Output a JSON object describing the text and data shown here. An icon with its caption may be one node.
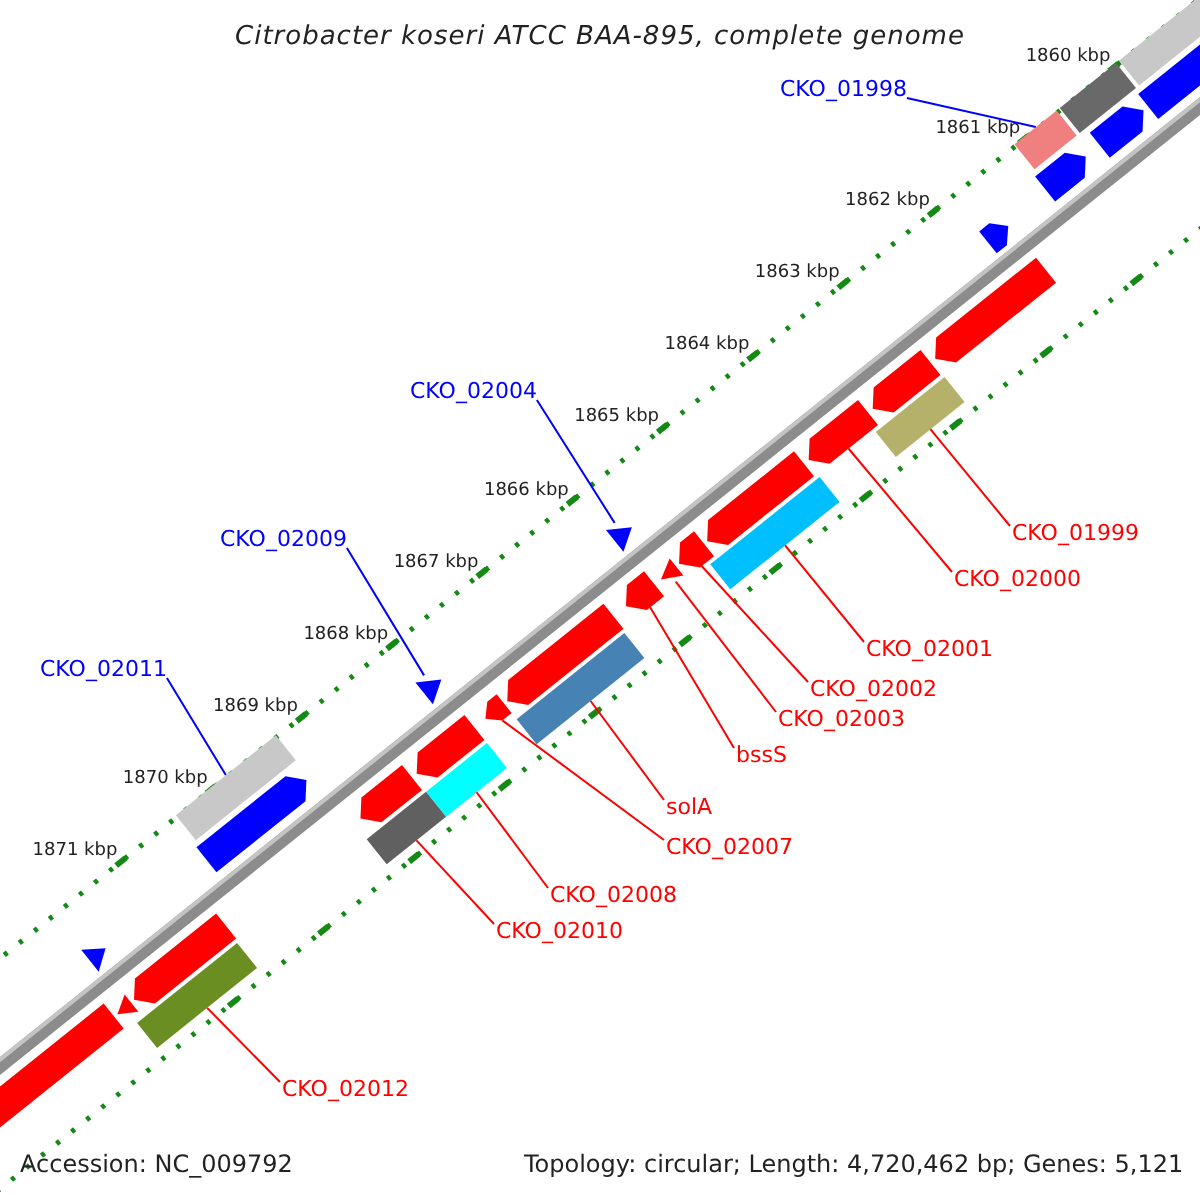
{
  "diagram": {
    "title": "Citrobacter koseri ATCC BAA-895, complete genome",
    "nodes": [
      {
        "text": [
          "CKO_01998"
        ]
      },
      {
        "text": [],
        "shape": "bar"
      },
      {
        "text": [
          "CKO_02004"
        ]
      },
      {
        "text": [],
        "shape": "triangle"
      },
      {
        "text": [
          "CKO_02009"
        ]
      },
      {
        "text": [],
        "shape": "triangle"
      },
      {
        "text": [
          "CKO_02011"
        ]
      },
      {
        "text": [],
        "shape": "bar"
      },
      {
        "text": [
          "CKO_01999"
        ]
      },
      {
        "text": [],
        "shape": "bar"
      },
      {
        "text": [
          "CKO_02000"
        ]
      },
      {
        "text": [],
        "shape": "arrow"
      },
      {
        "text": [
          "CKO_02001"
        ]
      },
      {
        "text": [],
        "shape": "bar"
      },
      {
        "text": [
          "CKO_02002"
        ]
      },
      {
        "text": [],
        "shape": "arrow"
      },
      {
        "text": [
          "CKO_02003"
        ]
      },
      {
        "text": [],
        "shape": "triangle"
      },
      {
        "text": [
          "bssS"
        ]
      },
      {
        "text": [],
        "shape": "arrow"
      },
      {
        "text": [
          "solA"
        ]
      },
      {
        "text": [],
        "shape": "bar"
      },
      {
        "text": [
          "CKO_02007"
        ]
      },
      {
        "text": [],
        "shape": "arrow"
      },
      {
        "text": [
          "CKO_02008"
        ]
      },
      {
        "text": [],
        "shape": "bar"
      },
      {
        "text": [
          "CKO_02010"
        ]
      },
      {
        "text": [],
        "shape": "bar"
      },
      {
        "text": [
          "CKO_02012"
        ]
      },
      {
        "text": [],
        "shape": "bar"
      },
      {
        "text": [],
        "shape": "arrow"
      },
      {
        "text": [],
        "shape": "triangle"
      },
      {
        "text": [],
        "shape": "triangle"
      },
      {
        "text": [],
        "shape": "arrow"
      },
      {
        "text": [],
        "shape": "arrow"
      },
      {
        "text": [],
        "shape": "arrow"
      },
      {
        "text": [],
        "shape": "arrow"
      },
      {
        "text": [],
        "shape": "arrow"
      },
      {
        "text": [],
        "shape": "arrow"
      },
      {
        "text": [],
        "shape": "arrow"
      },
      {
        "text": [],
        "shape": "arrow"
      },
      {
        "text": [],
        "shape": "arrow"
      },
      {
        "text": [],
        "shape": "arrow"
      },
      {
        "text": [],
        "shape": "bar"
      },
      {
        "text": [],
        "shape": "arrow"
      },
      {
        "text": [],
        "shape": "arrow"
      },
      {
        "text": [],
        "shape": "bar"
      }
    ],
    "edges": [
      {
        "from": 0,
        "to": 1,
        "arrow": "none",
        "color": "#0000ff"
      },
      {
        "from": 2,
        "to": 3,
        "arrow": "none",
        "color": "#0000ff"
      },
      {
        "from": 4,
        "to": 5,
        "arrow": "none",
        "color": "#0000ff"
      },
      {
        "from": 6,
        "to": 7,
        "arrow": "none",
        "color": "#0000ff"
      },
      {
        "from": 8,
        "to": 9,
        "arrow": "none"
      },
      {
        "from": 10,
        "to": 11,
        "arrow": "none"
      },
      {
        "from": 12,
        "to": 13,
        "arrow": "none"
      },
      {
        "from": 14,
        "to": 15,
        "arrow": "none"
      },
      {
        "from": 16,
        "to": 17,
        "arrow": "none"
      },
      {
        "from": 18,
        "to": 19,
        "arrow": "none"
      },
      {
        "from": 20,
        "to": 21,
        "arrow": "none"
      },
      {
        "from": 22,
        "to": 23,
        "arrow": "none"
      },
      {
        "from": 24,
        "to": 25,
        "arrow": "none"
      },
      {
        "from": 26,
        "to": 27,
        "arrow": "none"
      },
      {
        "from": 28,
        "to": 29,
        "arrow": "none"
      }
    ],
    "labels": [
      "1860 kbp",
      "1861 kbp",
      "1862 kbp",
      "1863 kbp",
      "1864 kbp",
      "1865 kbp",
      "1866 kbp",
      "1867 kbp",
      "1868 kbp",
      "1869 kbp",
      "1870 kbp",
      "1871 kbp",
      "Accession: NC_009792",
      "Topology: circular; Length: 4,720,462 bp; Genes: 5,121"
    ]
  }
}
